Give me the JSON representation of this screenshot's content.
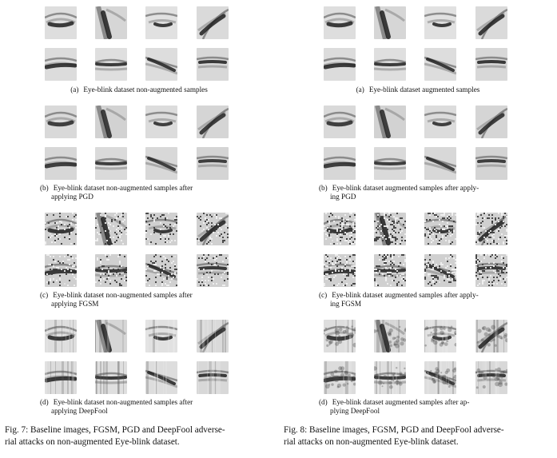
{
  "figures": [
    {
      "id": "fig7",
      "panels": [
        {
          "label": "(a)",
          "line1": "Eye-blink dataset non-augmented samples",
          "line2": "",
          "style": "baseline"
        },
        {
          "label": "(b)",
          "line1": "Eye-blink  dataset  non-augmented  samples  after",
          "line2": "applying PGD",
          "style": "pgd"
        },
        {
          "label": "(c)",
          "line1": "Eye-blink  dataset  non-augmented  samples  after",
          "line2": "applying FGSM",
          "style": "fgsm"
        },
        {
          "label": "(d)",
          "line1": "Eye-blink  dataset  non-augmented  samples  after",
          "line2": "applying DeepFool",
          "style": "deepfool"
        }
      ],
      "caption_line1": "Fig. 7: Baseline images, FGSM, PGD and DeepFool adverse-",
      "caption_line2": "rial attacks on non-augmented Eye-blink dataset."
    },
    {
      "id": "fig8",
      "panels": [
        {
          "label": "(a)",
          "line1": "Eye-blink dataset augmented samples",
          "line2": "",
          "style": "baseline"
        },
        {
          "label": "(b)",
          "line1": "Eye-blink dataset augmented samples after apply-",
          "line2": "ing PGD",
          "style": "pgd"
        },
        {
          "label": "(c)",
          "line1": "Eye-blink dataset augmented samples after apply-",
          "line2": "ing FGSM",
          "style": "fgsm-aug"
        },
        {
          "label": "(d)",
          "line1": "Eye-blink  dataset  augmented  samples  after  ap-",
          "line2": "plying DeepFool",
          "style": "deepfool-aug"
        }
      ],
      "caption_line1": "Fig. 8: Baseline images, FGSM, PGD and DeepFool adverse-",
      "caption_line2": "rial attacks on non-augmented Eye-blink dataset."
    }
  ]
}
